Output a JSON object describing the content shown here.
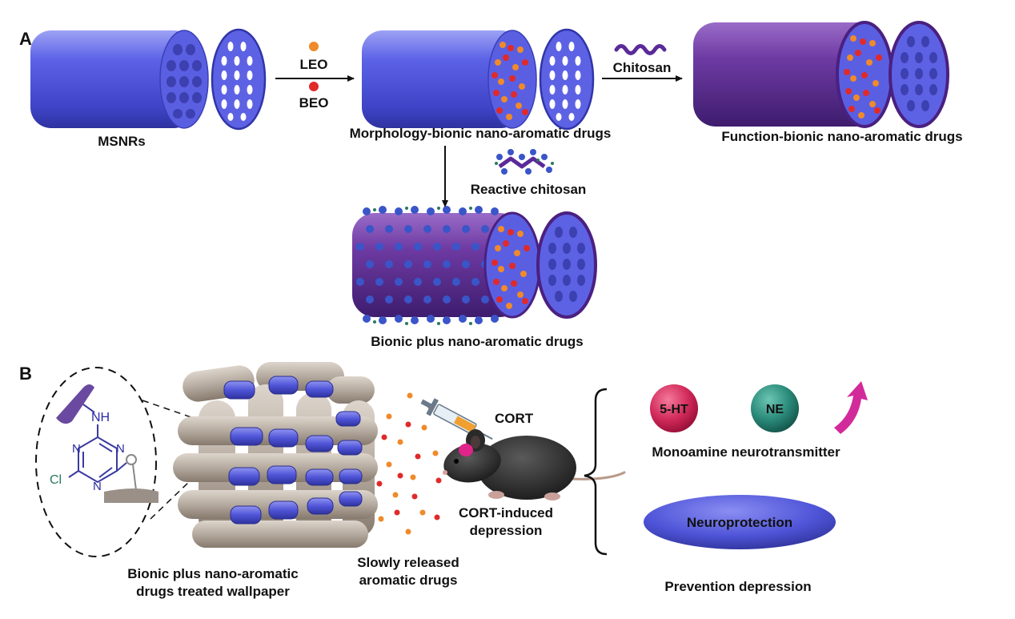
{
  "panel_a": {
    "letter": "A",
    "mat1": "MSNRs",
    "loading_1": "LEO",
    "loading_2": "BEO",
    "mat2": "Morphology-bionic nano-aromatic drugs",
    "coating_1": "Chitosan",
    "mat3": "Function-bionic nano-aromatic drugs",
    "coating_2": "Reactive chitosan",
    "mat4": "Bionic plus nano-aromatic drugs"
  },
  "panel_b": {
    "letter": "B",
    "chem": {
      "amine": "NH",
      "n1": "N",
      "n2": "N",
      "n3": "N",
      "chloro": "Cl",
      "oxygen": "O"
    },
    "wallpaper_line1": "Bionic plus nano-aromatic",
    "wallpaper_line2": "drugs treated wallpaper",
    "release_line1": "Slowly released",
    "release_line2": "aromatic drugs",
    "injection": "CORT",
    "model_line1": "CORT-induced",
    "model_line2": "depression",
    "nt1": "5-HT",
    "nt2": "NE",
    "nt_label": "Monoamine neurotransmitter",
    "neuro": "Neuroprotection",
    "outcome": "Prevention depression"
  },
  "colors": {
    "rod": "#5a5ee0",
    "rod_coated": "#6a3a9a",
    "drug_orange": "#f08a2a",
    "drug_red": "#e02a2a",
    "ht_sphere": "#d42a5a",
    "ne_sphere": "#2a8a7a",
    "arrow_up": "#d22a9a",
    "fiber": "#b9aea3"
  }
}
